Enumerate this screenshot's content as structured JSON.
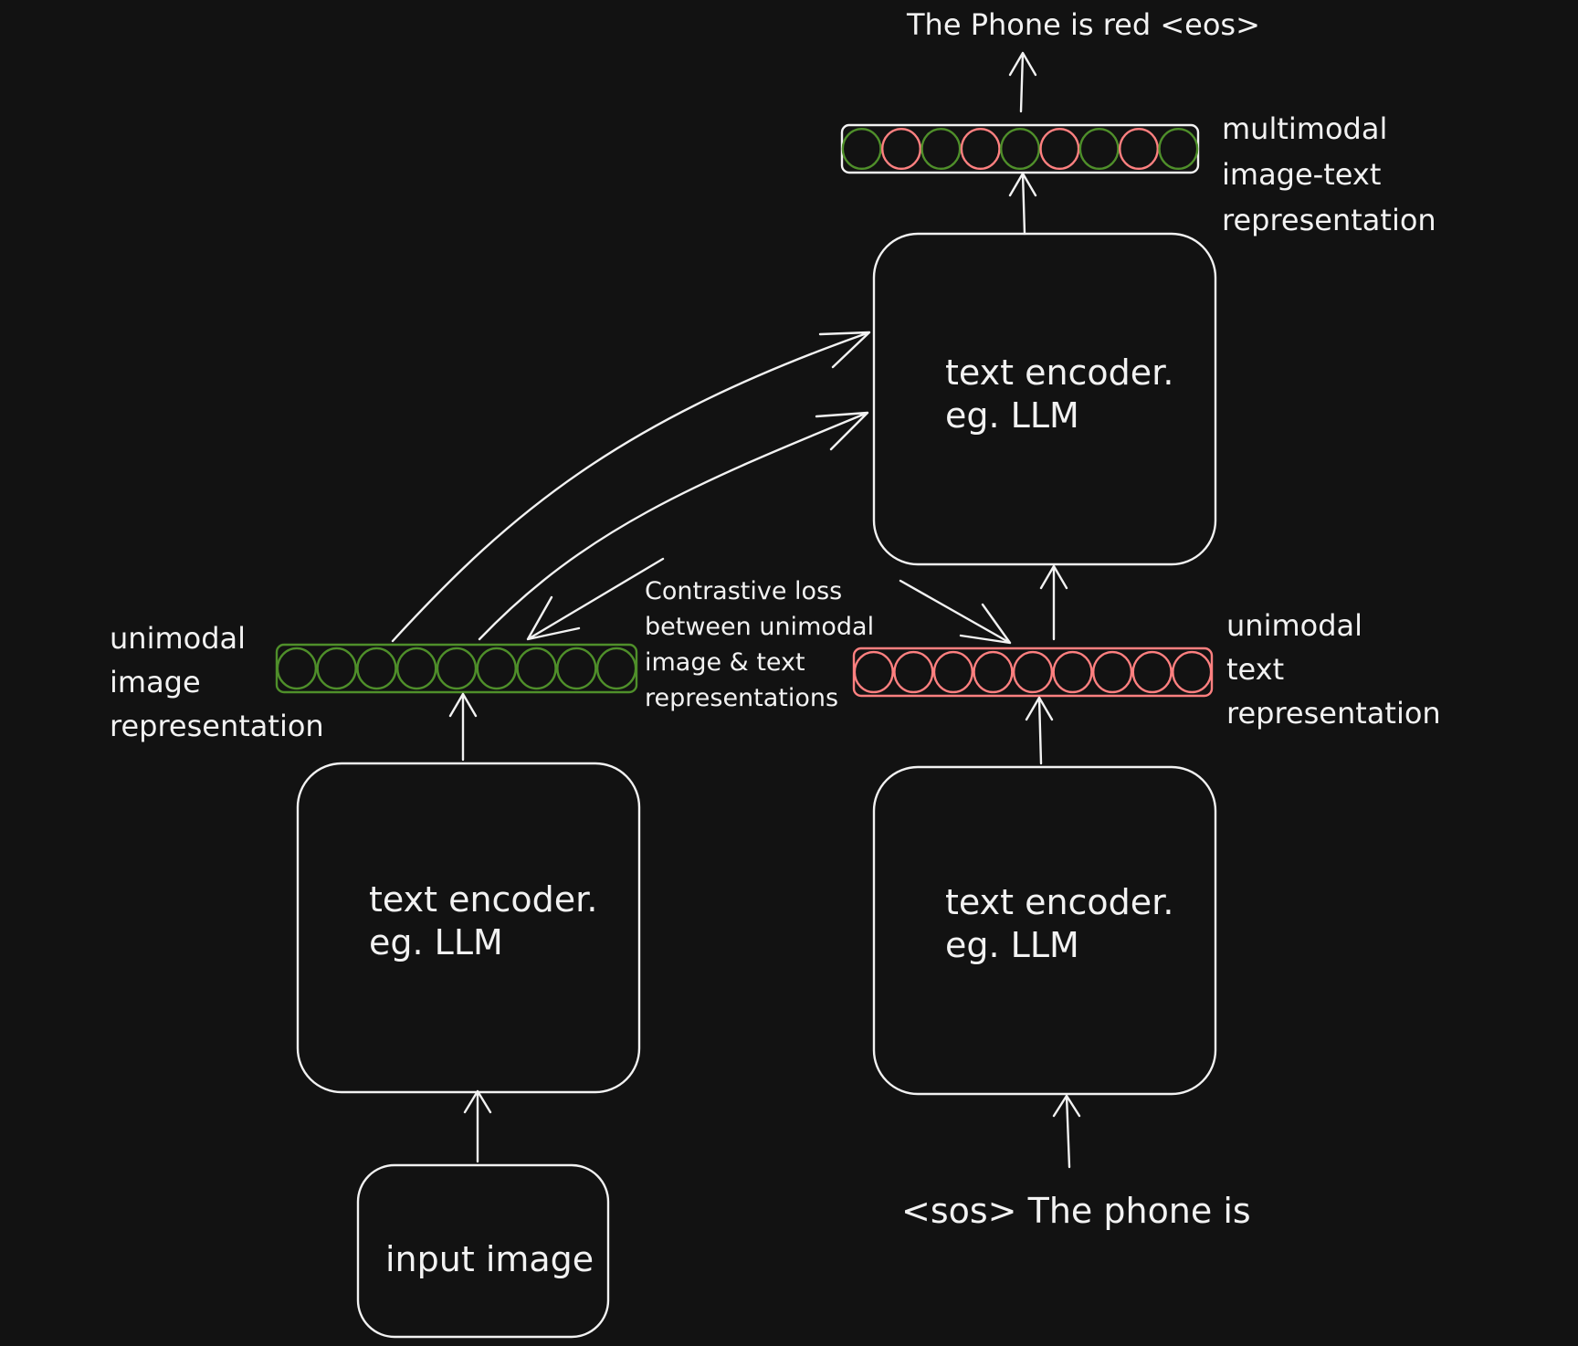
{
  "output_text": "The Phone is red <eos>",
  "input_prompt": "<sos> The phone is",
  "image_encoder": {
    "line1": "text encoder.",
    "line2": "eg. LLM"
  },
  "text_encoder": {
    "line1": "text encoder.",
    "line2": "eg. LLM"
  },
  "multimodal_encoder": {
    "line1": "text encoder.",
    "line2": "eg. LLM"
  },
  "input_image_label": "input image",
  "unimodal_image_label": [
    "unimodal",
    "image",
    "representation"
  ],
  "unimodal_text_label": [
    "unimodal",
    "text",
    "representation"
  ],
  "multimodal_label": [
    "multimodal",
    "image-text",
    "representation"
  ],
  "contrastive_label": [
    "Contrastive loss",
    "between unimodal",
    "image & text",
    "representations"
  ],
  "colors": {
    "green": "#4f8f2a",
    "red": "#ff8080",
    "stroke": "#f2f2f2",
    "background": "#121212"
  },
  "vectors": {
    "image_vector_tokens": [
      "green",
      "green",
      "green",
      "green",
      "green",
      "green",
      "green",
      "green",
      "green"
    ],
    "text_vector_tokens": [
      "red",
      "red",
      "red",
      "red",
      "red",
      "red",
      "red",
      "red",
      "red"
    ],
    "multimodal_vector_tokens": [
      "green",
      "red",
      "green",
      "red",
      "green",
      "red",
      "green",
      "red",
      "green"
    ]
  }
}
